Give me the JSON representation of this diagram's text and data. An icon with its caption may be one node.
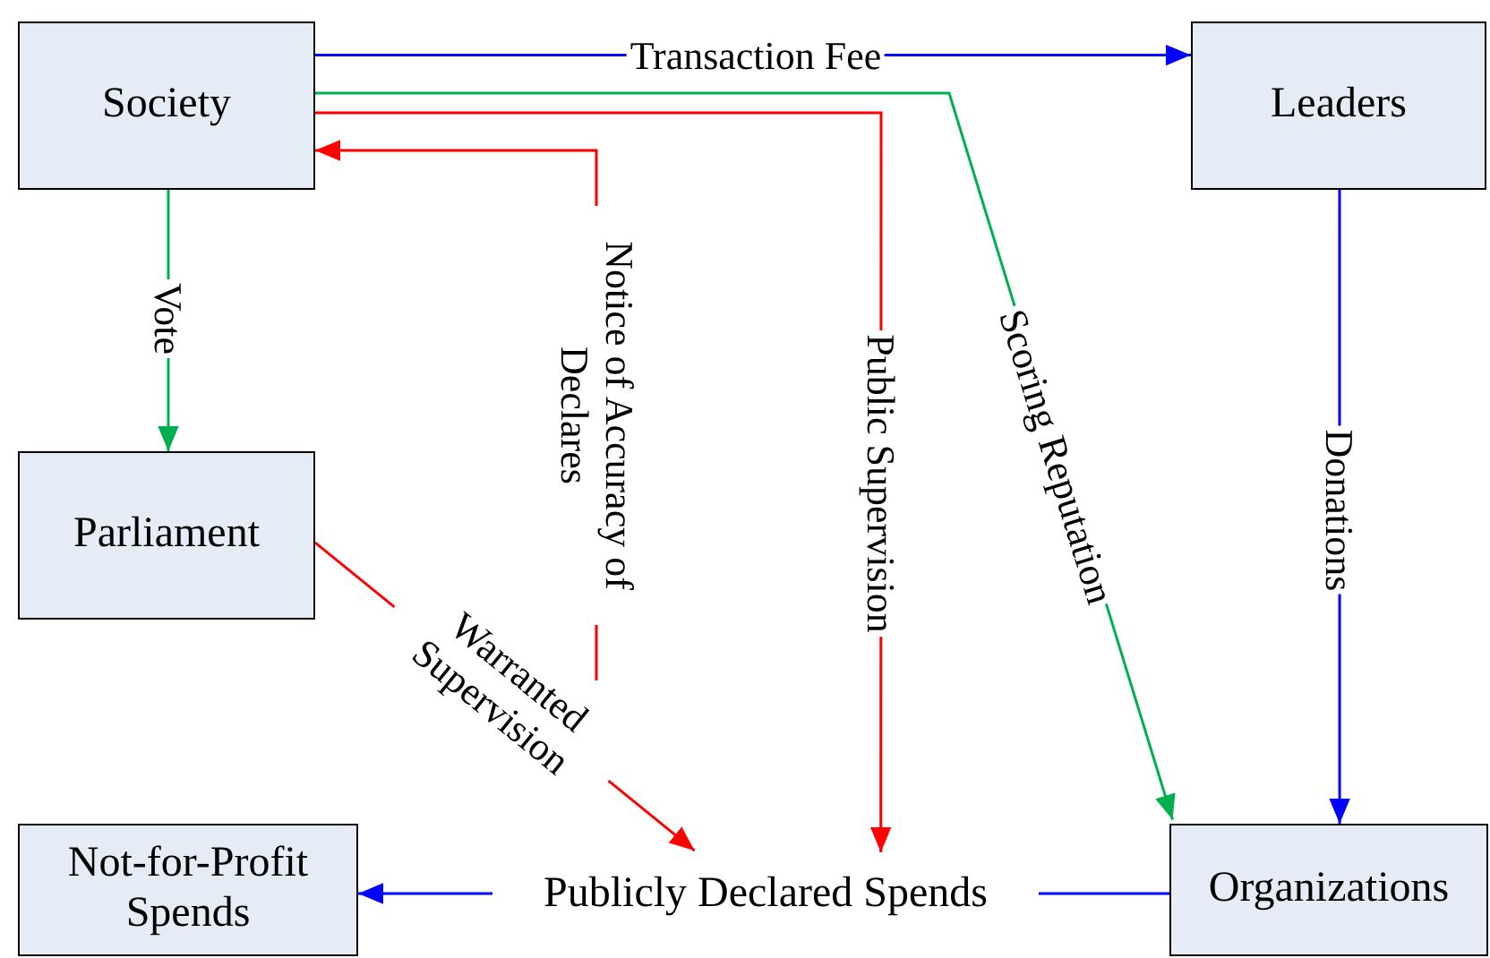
{
  "diagram": {
    "nodes": [
      {
        "text": [
          "Society"
        ]
      },
      {
        "text": [
          "Leaders"
        ]
      },
      {
        "text": [
          "Parliament"
        ]
      },
      {
        "text": [
          "Not-for-Profit Spends"
        ]
      },
      {
        "text": [
          "Publicly Declared Spends"
        ]
      },
      {
        "text": [
          "Organizations"
        ]
      }
    ],
    "edges": [
      {
        "from": 0,
        "to": 1,
        "arrow": "to",
        "label": "Transaction Fee"
      },
      {
        "from": 0,
        "to": 5,
        "arrow": "to",
        "label": "Scoring Reputation",
        "color": "#00b050"
      },
      {
        "from": 0,
        "to": 4,
        "arrow": "to",
        "label": "Public Supervision",
        "color": "#ff0000"
      },
      {
        "from": null,
        "to": 0,
        "arrow": "to",
        "label": "Notice of Accuracy of Declares",
        "color": "#ff0000"
      },
      {
        "from": 0,
        "to": 2,
        "arrow": "to",
        "label": "Vote",
        "color": "#00b050"
      },
      {
        "from": 1,
        "to": 5,
        "arrow": "to",
        "label": "Donations"
      },
      {
        "from": 2,
        "to": 4,
        "arrow": "to",
        "label": "Warranted Supervision",
        "color": "#ff0000"
      },
      {
        "from": 5,
        "to": 4,
        "arrow": "none"
      },
      {
        "from": 4,
        "to": 3,
        "arrow": "to"
      }
    ]
  }
}
